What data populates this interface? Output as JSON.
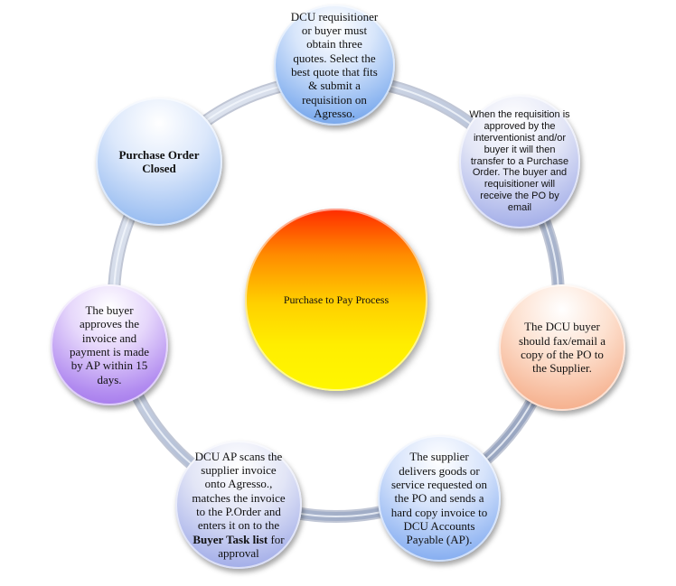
{
  "center": {
    "label": "Purchase to Pay Process"
  },
  "nodes": {
    "node_1": "DCU requisitioner or buyer must obtain three quotes. Select the best quote that fits & submit a requisition on Agresso.",
    "node_2": "When the requisition is approved by the interventionist and/or buyer it will then transfer to a Purchase Order. The buyer and requisitioner will receive the PO by email",
    "node_3": "The DCU buyer should fax/email a copy of the PO to the Supplier.",
    "node_4": "The supplier delivers goods or service requested on the PO and sends a hard copy invoice to DCU Accounts Payable (AP).",
    "node_5_pre": "DCU AP scans the supplier invoice onto Agresso., matches the invoice  to the P.Order and enters it on to the",
    "node_5_bold": "Buyer Task  list",
    "node_5_post": "for approval",
    "node_6": "The buyer approves the invoice and payment is made by AP within 15 days.",
    "node_7": "Purchase Order Closed"
  },
  "colors": {
    "ring": "#b9c4d9",
    "ring_highlight": "#e9eef7",
    "center_top": "#ff2a00",
    "center_bottom": "#fff700"
  },
  "buyer_task_list": "Buyer Task  list"
}
